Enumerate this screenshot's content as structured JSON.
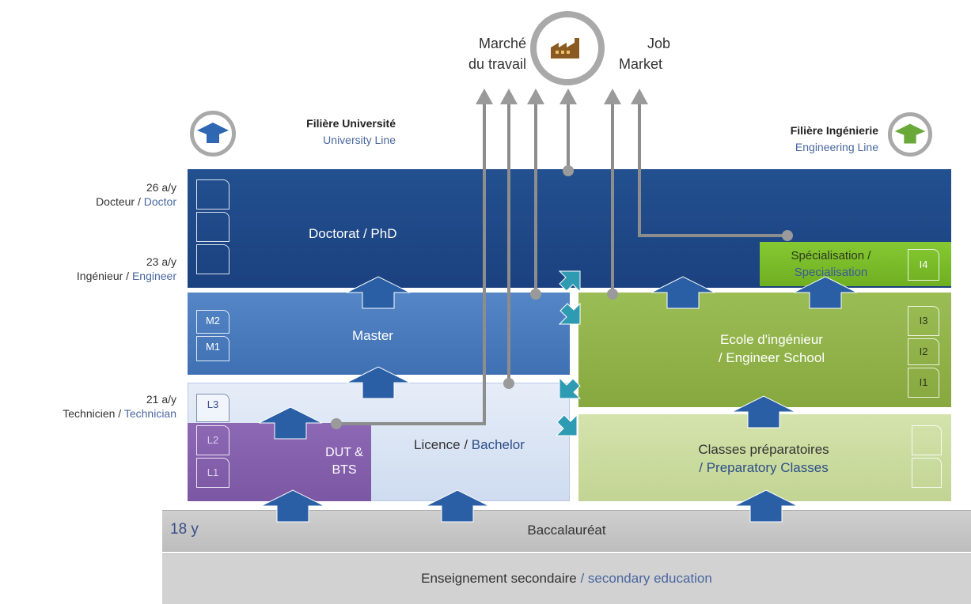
{
  "job_market": {
    "fr_line1": "Marché",
    "fr_line2": "du travail",
    "en_line1": "Job",
    "en_line2": "Market"
  },
  "university_line": {
    "fr": "Filière Université",
    "en": "University Line"
  },
  "engineering_line": {
    "fr": "Filière Ingénierie",
    "en": "Engineering Line"
  },
  "ages": {
    "doctor": {
      "age": "26 a/y",
      "fr": "Docteur",
      "sep": " / ",
      "en": "Doctor"
    },
    "engineer": {
      "age": "23 a/y",
      "fr": "Ingénieur",
      "sep": " / ",
      "en": "Engineer"
    },
    "technician": {
      "age": "21 a/y",
      "fr": "Technicien",
      "sep": " / ",
      "en": "Technician"
    }
  },
  "blocks": {
    "doctorat": "Doctorat / PhD",
    "master": "Master",
    "licence_fr": "Licence",
    "licence_sep": " / ",
    "licence_en": "Bachelor",
    "dut_line1": "DUT &",
    "dut_line2": "BTS",
    "ecole_line1": "Ecole d'ingénieur",
    "ecole_line2": "/ Engineer School",
    "prepa_line1": "Classes préparatoires",
    "prepa_line2": "/ Preparatory Classes",
    "special_line1": "Spécialisation /",
    "special_line2": "Specialisation",
    "bac": "Baccalauréat",
    "bac_age": "18 y",
    "secondary_fr": "Enseignement secondaire",
    "secondary_sep": " / ",
    "secondary_en": "secondary education"
  },
  "year_labels": {
    "m2": "M2",
    "m1": "M1",
    "l3": "L3",
    "l2": "L2",
    "l1": "L1",
    "i4": "I4",
    "i3": "I3",
    "i2": "I2",
    "i1": "I1"
  },
  "colors": {
    "doctorat": "#1f4a8a",
    "master": "#4a7cc0",
    "licence": "#dbe6f5",
    "dut": "#8a64b0",
    "ecole": "#92b44a",
    "prepa": "#cbdc9f",
    "special": "#7cbf2a",
    "bac": "#c6c6c6",
    "secondary": "#d2d2d2",
    "arrow_blue": "#2a5fa6",
    "arrow_teal": "#2f9bb3",
    "line_gray": "#8a8a8a"
  },
  "icons": {
    "factory": "factory-icon",
    "grad_cap_univ": "graduation-cap-icon",
    "grad_cap_eng": "graduation-cap-icon"
  }
}
